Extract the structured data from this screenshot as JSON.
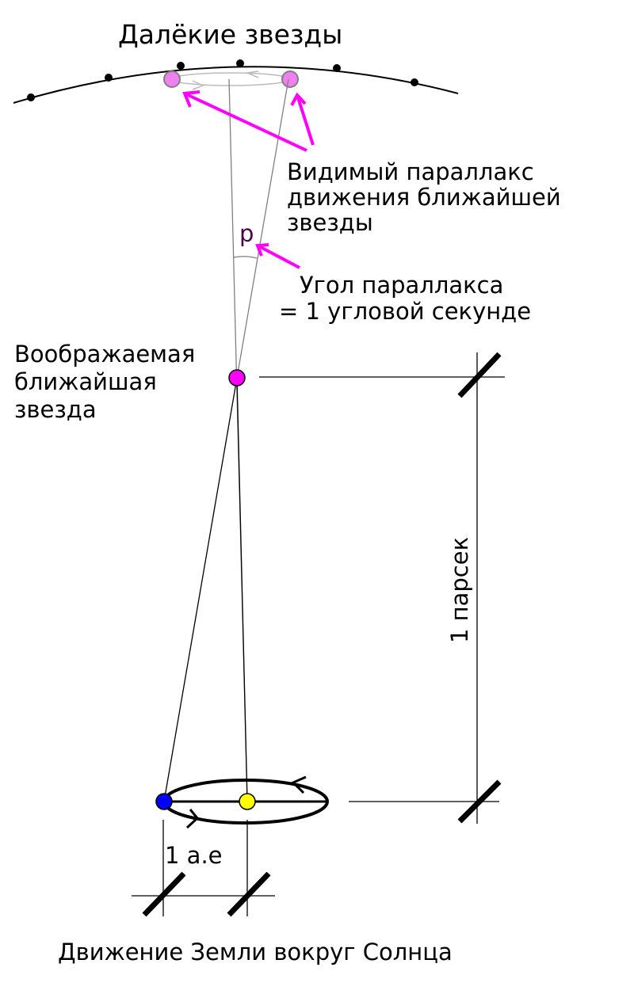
{
  "diagram": {
    "title": "Далёкие звезды",
    "apparent_parallax_label": [
      "Видимый параллакс",
      "движения ближайшей",
      "звезды"
    ],
    "parallax_symbol": "p",
    "parallax_angle_label": [
      "Угол параллакса",
      "= 1 угловой секунде"
    ],
    "near_star_label": [
      "Воображаемая",
      "ближайшая",
      "звезда"
    ],
    "distance_label": "1 парсек",
    "au_label": "1 а.е",
    "caption": "Движение Земли вокруг Солнца",
    "colors": {
      "near_star": "#ff00ff",
      "apparent_star": "#f080f0",
      "arrows": "#ff00ff",
      "earth": "#0000ff",
      "sun": "#ffff00",
      "parallax_symbol": "#4b004b",
      "lines": "#000000",
      "sight_lines": "#808080"
    }
  }
}
